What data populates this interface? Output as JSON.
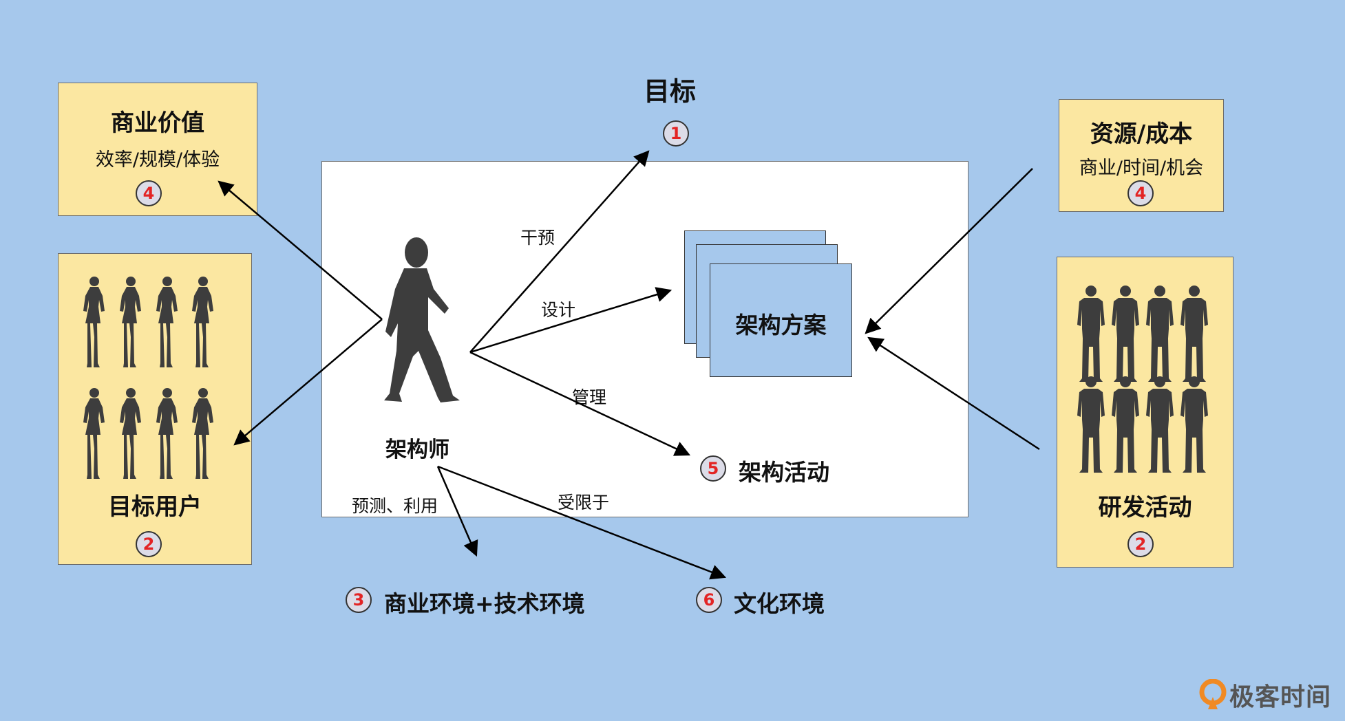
{
  "goal": {
    "title": "目标",
    "badge": "1"
  },
  "business_value": {
    "title": "商业价值",
    "subtitle": "效率/规模/体验",
    "badge": "4"
  },
  "target_users": {
    "title": "目标用户",
    "badge": "2"
  },
  "resources": {
    "title": "资源/成本",
    "subtitle": "商业/时间/机会",
    "badge": "4"
  },
  "dev_activities": {
    "title": "研发活动",
    "badge": "2"
  },
  "architect": {
    "label": "架构师"
  },
  "solution": {
    "label": "架构方案"
  },
  "activities": {
    "label": "架构活动",
    "badge": "5"
  },
  "environment_business": {
    "label": "商业环境+技术环境",
    "badge": "3"
  },
  "environment_culture": {
    "label": "文化环境",
    "badge": "6"
  },
  "edges": {
    "intervene": "干预",
    "design": "设计",
    "manage": "管理",
    "predict_use": "预测、利用",
    "limited_by": "受限于"
  },
  "brand": {
    "name": "极客时间"
  },
  "colors": {
    "background": "#a6c8ec",
    "note": "#fbe7a1",
    "badge_text": "#e32424",
    "silhouette": "#3d3d3d"
  }
}
